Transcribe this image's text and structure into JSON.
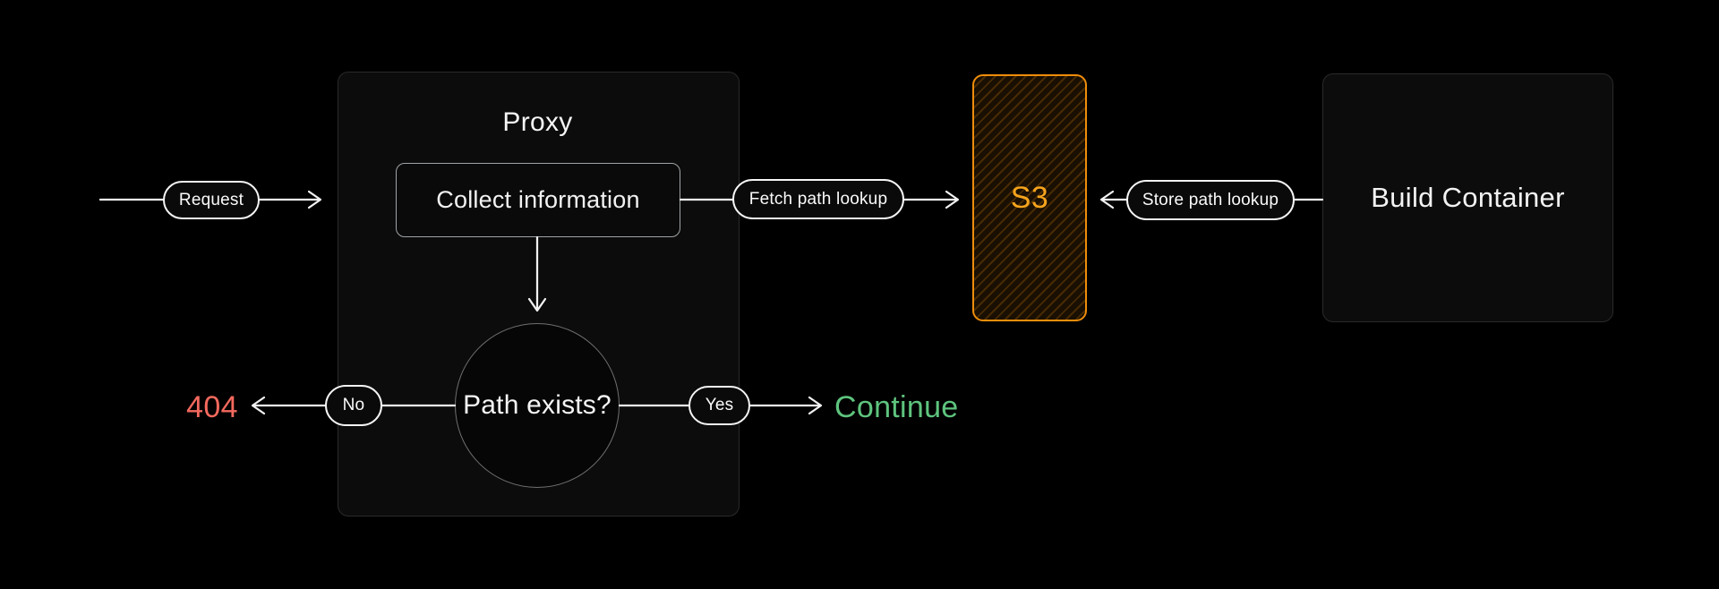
{
  "diagram": {
    "background": "#000000",
    "nodes": {
      "proxy": {
        "title": "Proxy"
      },
      "collect": {
        "label": "Collect information"
      },
      "decision": {
        "label": "Path exists?"
      },
      "s3": {
        "label": "S3"
      },
      "build": {
        "label": "Build Container"
      }
    },
    "edges": {
      "request": {
        "label": "Request"
      },
      "fetch": {
        "label": "Fetch path lookup"
      },
      "store": {
        "label": "Store path lookup"
      },
      "no": {
        "label": "No"
      },
      "yes": {
        "label": "Yes"
      }
    },
    "outcomes": {
      "not_found": {
        "label": "404",
        "color": "#f4695e"
      },
      "continue": {
        "label": "Continue",
        "color": "#5ec47e"
      }
    },
    "colors": {
      "s3_border": "#ef8d0b",
      "s3_text": "#f6a41c",
      "wire": "#f2f2f2",
      "panel_fill": "#0c0c0c",
      "error": "#f4695e",
      "success": "#5ec47e"
    }
  }
}
